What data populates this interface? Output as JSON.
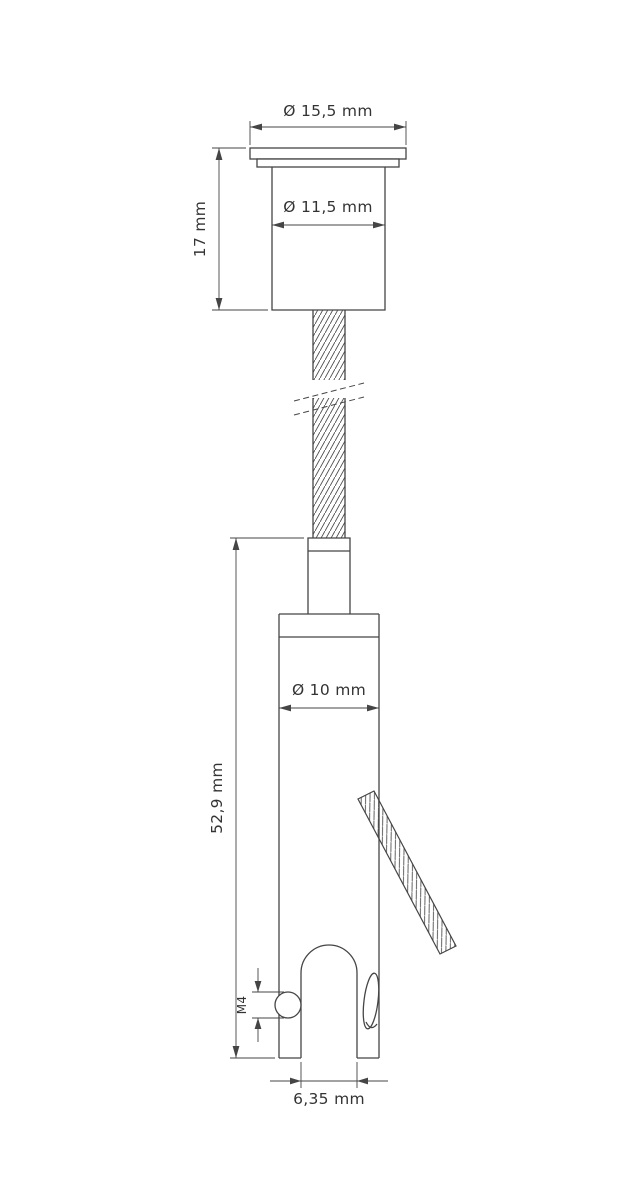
{
  "drawing": {
    "type": "technical-drawing",
    "subject": "cable-suspension-set-ceiling-fixture-with-cable-gripper",
    "background": "#ffffff",
    "line_color": "#454545",
    "text_color": "#333333",
    "dimensions": {
      "flange_diameter": "Ø 15,5 mm",
      "cup_diameter": "Ø 11,5 mm",
      "mount_height": "17 mm",
      "gripper_diameter": "Ø 10 mm",
      "gripper_length": "52,9 mm",
      "thread": "M4",
      "slot_width": "6,35 mm"
    }
  }
}
